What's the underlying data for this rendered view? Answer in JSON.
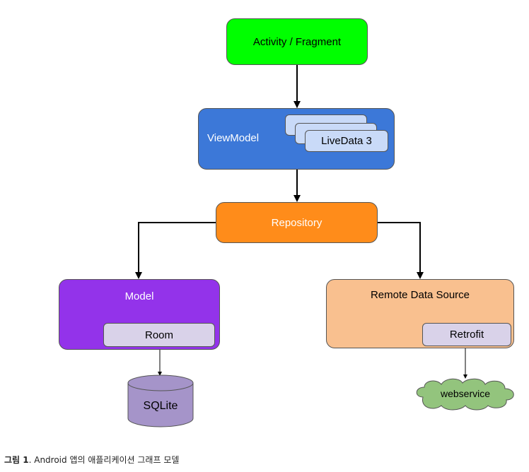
{
  "nodes": {
    "activity": "Activity / Fragment",
    "viewmodel": "ViewModel",
    "livedata": "LiveData 3",
    "repository": "Repository",
    "model": "Model",
    "room": "Room",
    "sqlite": "SQLite",
    "remote": "Remote Data Source",
    "retrofit": "Retrofit",
    "webservice": "webservice"
  },
  "caption": {
    "label": "그림 1",
    "text": ". Android 앱의 애플리케이션 그래프 모델"
  },
  "colors": {
    "activity": "#00ff00",
    "viewmodel": "#3c78d8",
    "livedata": "#c9daf8",
    "repository": "#ff8c1a",
    "model": "#9333ea",
    "room": "#d9d2e9",
    "sqlite": "#a594c9",
    "remote": "#f9c08f",
    "webservice": "#93c47d"
  }
}
